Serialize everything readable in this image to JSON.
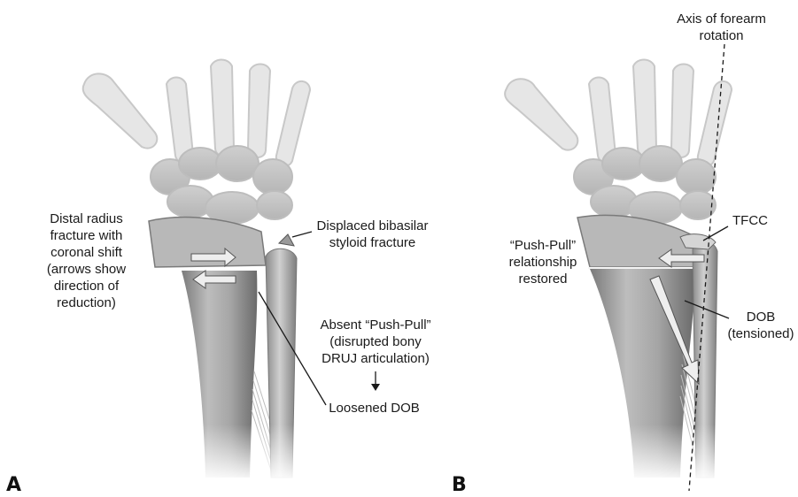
{
  "figure": {
    "panel_a": {
      "letter": "A",
      "fracture_label": "Distal radius\nfracture with\ncoronal shift\n(arrows show\ndirection of\nreduction)",
      "styloid_label": "Displaced bibasilar\nstyloid fracture",
      "push_pull_label": "Absent “Push-Pull”\n(disrupted bony\nDRUJ articulation)",
      "dob_label": "Loosened DOB"
    },
    "panel_b": {
      "letter": "B",
      "axis_label": "Axis of forearm\nrotation",
      "tfcc_label": "TFCC",
      "push_pull_label": "“Push-Pull”\nrelationship\nrestored",
      "dob_label": "DOB\n(tensioned)"
    }
  },
  "colors": {
    "bone_light": "#d9d9d9",
    "bone_mid": "#a9a9a9",
    "bone_dark": "#6f6f6f",
    "arrow_fill": "#e8e8e8",
    "line": "#1a1a1a"
  }
}
